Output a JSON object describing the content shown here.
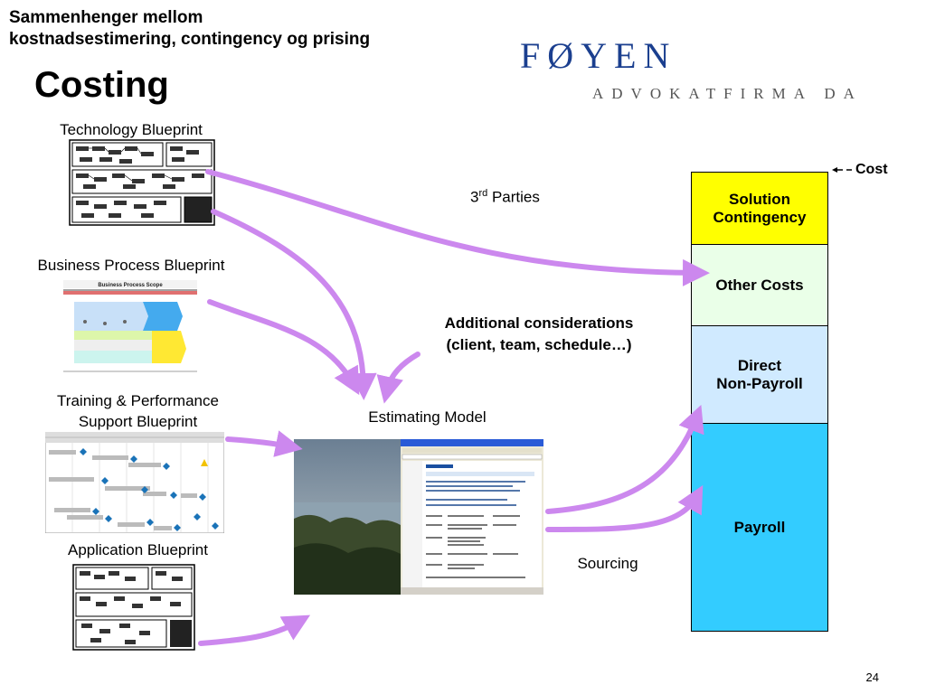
{
  "header": {
    "subtitle_line1": "Sammenhenger mellom",
    "subtitle_line2": "kostnadsestimering, contingency og prising",
    "title": "Costing"
  },
  "logo": {
    "name": "FØYEN",
    "tagline": "ADVOKATFIRMA DA",
    "color": "#1b3f8f"
  },
  "blueprints": {
    "technology": "Technology Blueprint",
    "business_process": "Business Process Blueprint",
    "business_process_scope_title": "Business Process Scope",
    "training_line1": "Training & Performance",
    "training_line2": "Support Blueprint",
    "application": "Application Blueprint"
  },
  "flow_labels": {
    "third_parties_base": "3",
    "third_parties_sup": "rd",
    "third_parties_rest": " Parties",
    "additional_line1": "Additional considerations",
    "additional_line2": "(client, team, schedule…)",
    "estimating_model": "Estimating Model",
    "sourcing": "Sourcing"
  },
  "cost_stack": {
    "cost_label": "Cost",
    "segments": [
      {
        "line1": "Solution",
        "line2": "Contingency",
        "color": "#ffff00"
      },
      {
        "line1": "Other Costs",
        "line2": "",
        "color": "#eaffe8"
      },
      {
        "line1": "Direct",
        "line2": "Non-Payroll",
        "color": "#d0eaff"
      },
      {
        "line1": "Payroll",
        "line2": "",
        "color": "#33ccff"
      }
    ]
  },
  "arrow_color": "#cc88ee",
  "page_number": "24"
}
